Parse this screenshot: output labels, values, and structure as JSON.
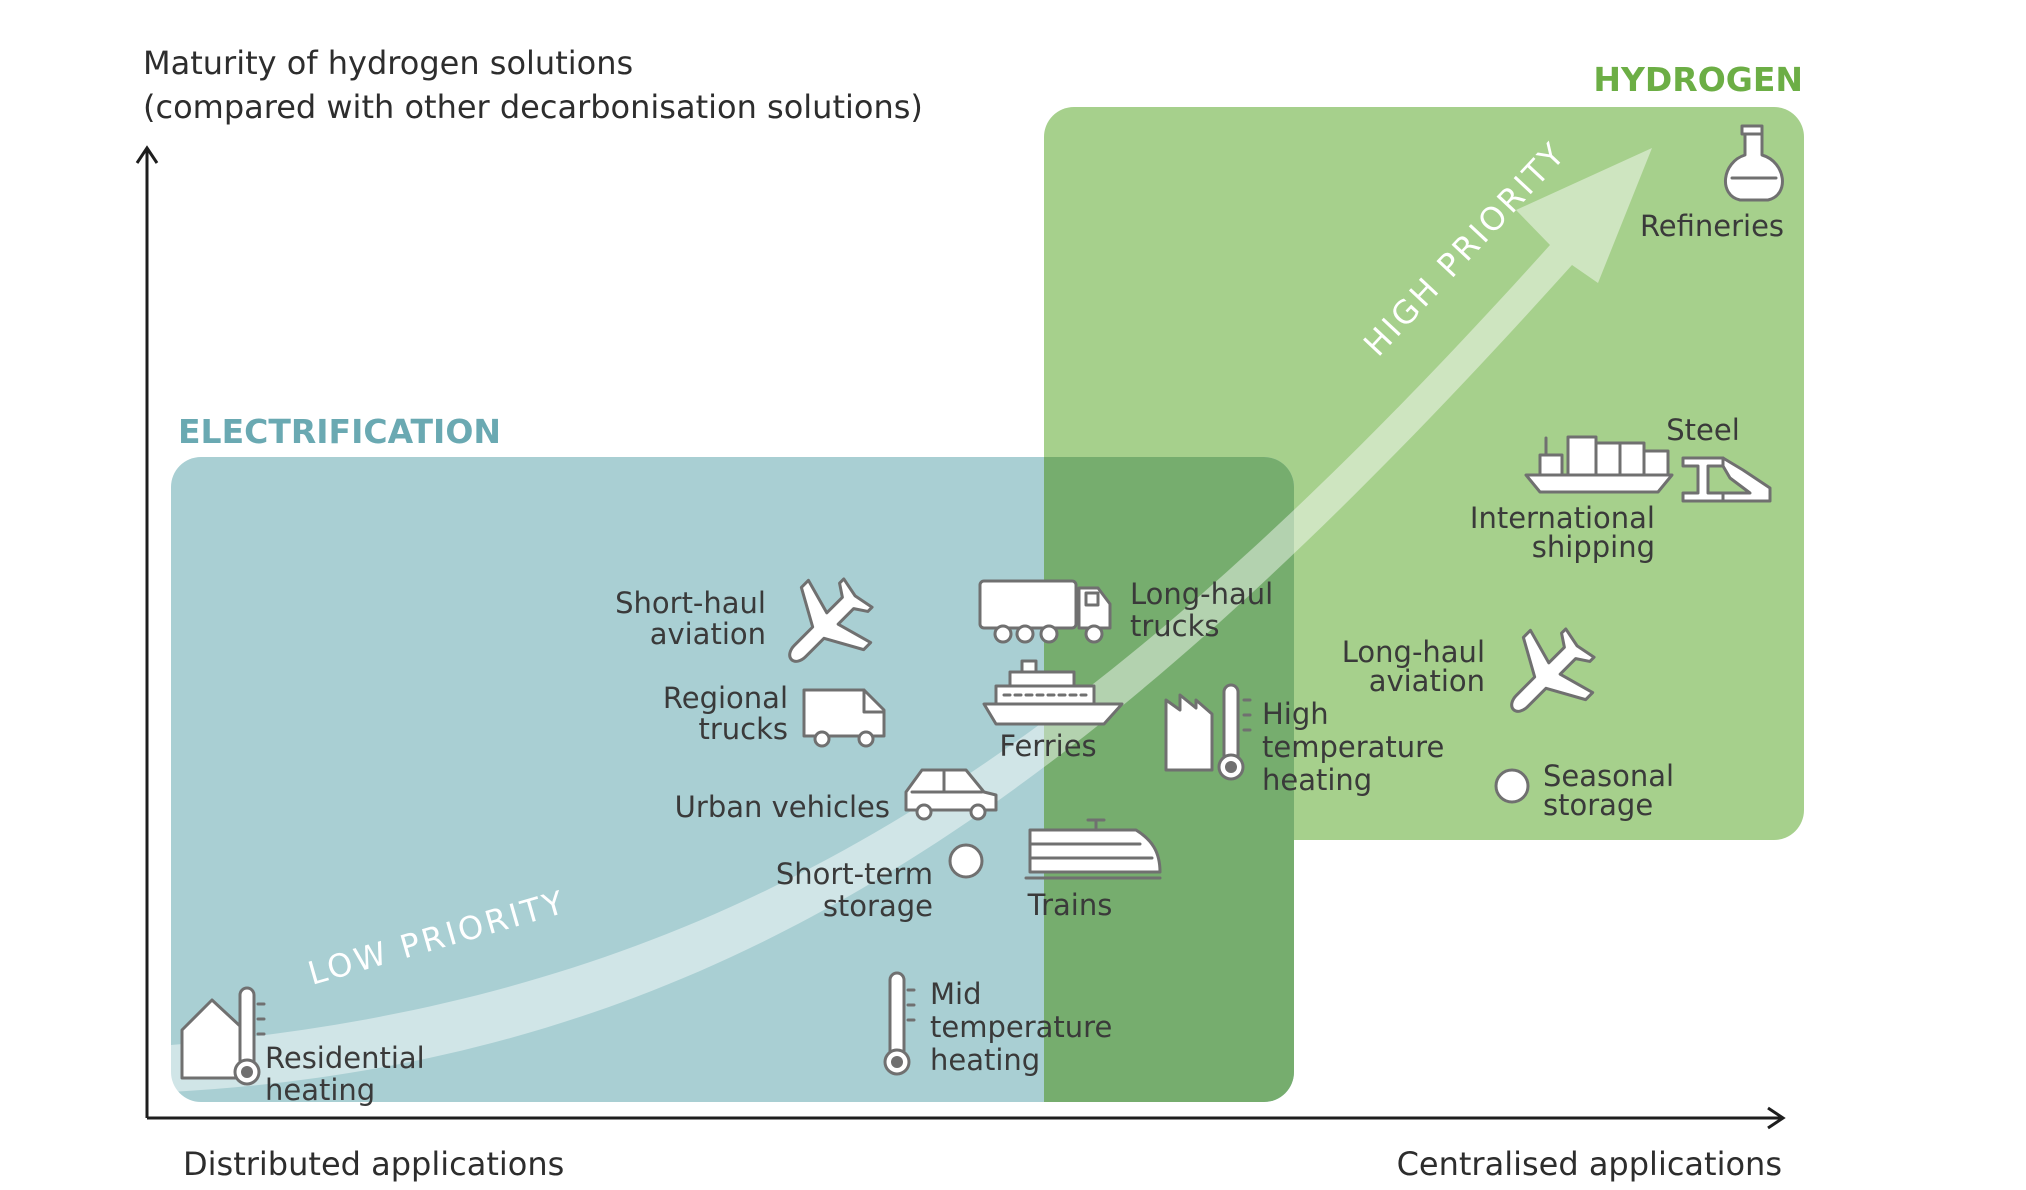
{
  "axes": {
    "y_label_line1": "Maturity of hydrogen solutions",
    "y_label_line2": "(compared with other decarbonisation solutions)",
    "x_label_left": "Distributed applications",
    "x_label_right": "Centralised applications"
  },
  "zones": {
    "electrification": {
      "title": "ELECTRIFICATION",
      "color": "#a9cfd3",
      "title_color": "#6aa9b2"
    },
    "hydrogen": {
      "title": "HYDROGEN",
      "color": "#a6d08c",
      "title_color": "#6cae45"
    },
    "overlap_color": "#76ad6e"
  },
  "arrow": {
    "high_label": "HIGH PRIORITY",
    "low_label": "LOW PRIORITY"
  },
  "applications": {
    "refineries": {
      "label": "Refineries",
      "icon": "flask-icon"
    },
    "steel": {
      "label": "Steel",
      "icon": "steel-beam-icon"
    },
    "international_shipping": {
      "line1": "International",
      "line2": "shipping",
      "icon": "cargo-ship-icon"
    },
    "long_haul_aviation": {
      "line1": "Long-haul",
      "line2": "aviation",
      "icon": "airplane-icon"
    },
    "seasonal_storage": {
      "line1": "Seasonal",
      "line2": "storage",
      "icon": "circle-icon"
    },
    "long_haul_trucks": {
      "line1": "Long-haul",
      "line2": "trucks",
      "icon": "truck-icon"
    },
    "short_haul_aviation": {
      "line1": "Short-haul",
      "line2": "aviation",
      "icon": "airplane-icon"
    },
    "regional_trucks": {
      "line1": "Regional",
      "line2": "trucks",
      "icon": "van-icon"
    },
    "ferries": {
      "label": "Ferries",
      "icon": "ferry-icon"
    },
    "high_temperature_heating": {
      "line1": "High",
      "line2": "temperature",
      "line3": "heating",
      "icon": "factory-thermometer-icon"
    },
    "urban_vehicles": {
      "label": "Urban vehicles",
      "icon": "car-icon"
    },
    "short_term_storage": {
      "line1": "Short-term",
      "line2": "storage",
      "icon": "circle-icon"
    },
    "trains": {
      "label": "Trains",
      "icon": "train-icon"
    },
    "mid_temperature_heating": {
      "line1": "Mid",
      "line2": "temperature",
      "line3": "heating",
      "icon": "thermometer-icon"
    },
    "residential_heating": {
      "line1": "Residential",
      "line2": "heating",
      "icon": "house-thermometer-icon"
    }
  }
}
